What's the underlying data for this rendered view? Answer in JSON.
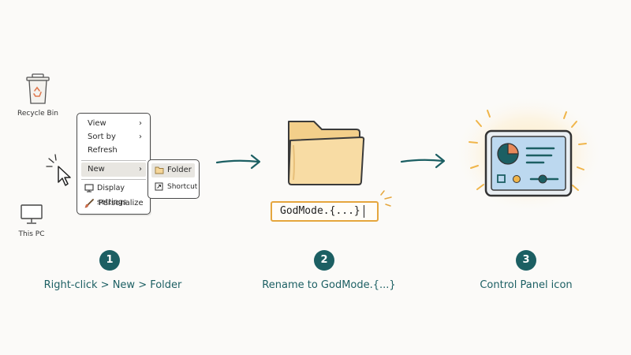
{
  "desktop": {
    "recycle_bin_label": "Recycle Bin",
    "this_pc_label": "This PC"
  },
  "context_menu": {
    "view": "View",
    "sort_by": "Sort by",
    "refresh": "Refresh",
    "new": "New",
    "display_settings": "Display settings",
    "personalize": "Personalize",
    "arrow": "›"
  },
  "submenu": {
    "folder": "Folder",
    "shortcut": "Shortcut"
  },
  "rename": {
    "value": "GodMode.{...}"
  },
  "steps": [
    {
      "number": "1",
      "caption": "Right-click > New > Folder"
    },
    {
      "number": "2",
      "caption": "Rename to GodMode.{...}"
    },
    {
      "number": "3",
      "caption": "Control Panel icon"
    }
  ],
  "colors": {
    "accent": "#1c5f63",
    "folder": "#f6d79a",
    "rename_border": "#e5a63d",
    "panel": "#bcd8ef"
  },
  "icons": {
    "recycle_bin": "recycle-bin-icon",
    "this_pc": "monitor-icon",
    "cursor": "mouse-cursor-icon",
    "folder_large": "folder-icon",
    "control_panel": "control-panel-icon",
    "arrow": "right-arrow-icon"
  }
}
